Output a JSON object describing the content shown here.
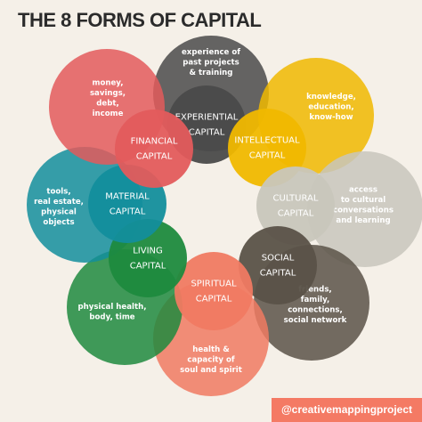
{
  "title": "THE 8 FORMS OF CAPITAL",
  "footer": "@creativemappingproject",
  "capitals": [
    {
      "name": [
        "EXPERIENTIAL",
        "CAPITAL"
      ],
      "description": [
        "experience of",
        "past projects",
        "& training"
      ],
      "color": "#4a4a4a"
    },
    {
      "name": [
        "INTELLECTUAL",
        "CAPITAL"
      ],
      "description": [
        "knowledge,",
        "education,",
        "know-how"
      ],
      "color": "#f0b800"
    },
    {
      "name": [
        "CULTURAL",
        "CAPITAL"
      ],
      "description": [
        "access",
        "to cultural",
        "conversations",
        "and learning"
      ],
      "color": "#c8c6bc"
    },
    {
      "name": [
        "SOCIAL",
        "CAPITAL"
      ],
      "description": [
        "friends,",
        "family,",
        "connections,",
        "social network"
      ],
      "color": "#5a5248"
    },
    {
      "name": [
        "SPIRITUAL",
        "CAPITAL"
      ],
      "description": [
        "health &",
        "capacity of",
        "soul and spirit"
      ],
      "color": "#f07a62"
    },
    {
      "name": [
        "LIVING",
        "CAPITAL"
      ],
      "description": [
        "physical health,",
        "body, time"
      ],
      "color": "#1e8a3e"
    },
    {
      "name": [
        "MATERIAL",
        "CAPITAL"
      ],
      "description": [
        "tools,",
        "real estate,",
        "physical",
        "objects"
      ],
      "color": "#138e9c"
    },
    {
      "name": [
        "FINANCIAL",
        "CAPITAL"
      ],
      "description": [
        "money,",
        "savings,",
        "debt,",
        "income"
      ],
      "color": "#e35b5c"
    }
  ]
}
